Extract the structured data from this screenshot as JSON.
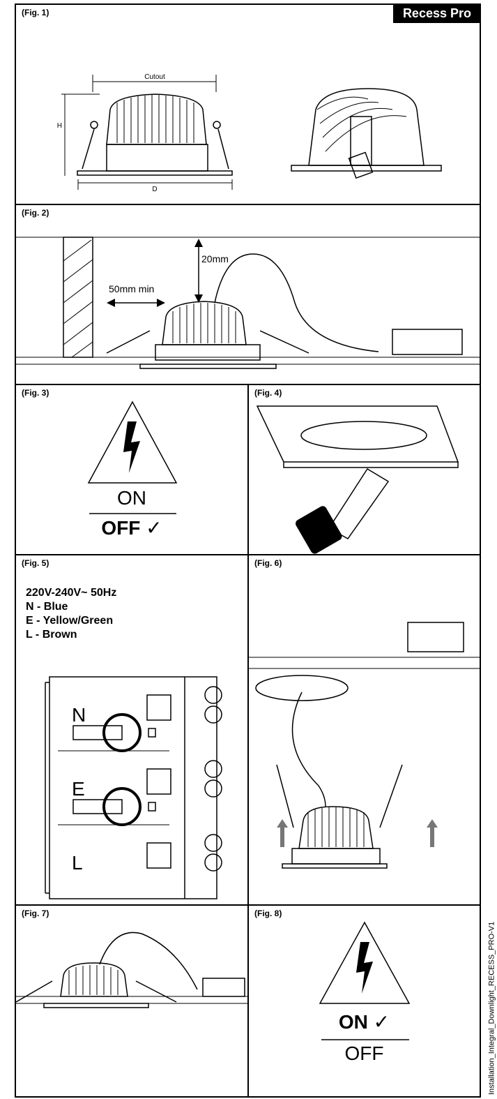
{
  "header": {
    "brand": "Recess Pro"
  },
  "figures": {
    "fig1": {
      "label": "(Fig. 1)",
      "cutout": "Cutout",
      "h": "H",
      "d": "D"
    },
    "fig2": {
      "label": "(Fig. 2)",
      "height_clearance": "20mm",
      "side_clearance": "50mm min"
    },
    "fig3": {
      "label": "(Fig. 3)",
      "on": "ON",
      "off": "OFF",
      "check": "✓"
    },
    "fig4": {
      "label": "(Fig. 4)"
    },
    "fig5": {
      "label": "(Fig. 5)",
      "lines": [
        "220V-240V~ 50Hz",
        "N - Blue",
        "E - Yellow/Green",
        "L - Brown"
      ],
      "terminals": [
        "N",
        "E",
        "L"
      ]
    },
    "fig6": {
      "label": "(Fig. 6)"
    },
    "fig7": {
      "label": "(Fig. 7)"
    },
    "fig8": {
      "label": "(Fig. 8)",
      "on": "ON",
      "off": "OFF",
      "check": "✓"
    }
  },
  "footer": {
    "side_text": "Installation_Integral_Downlight_RECESS_PRO-V1"
  }
}
